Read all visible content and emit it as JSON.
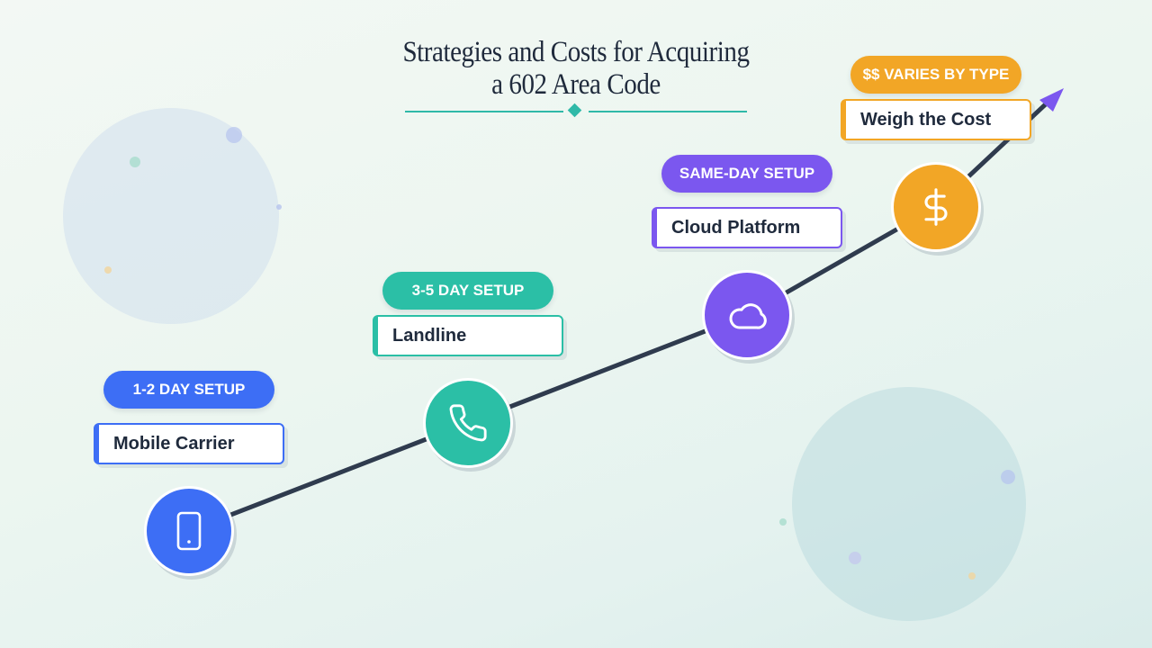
{
  "title": {
    "line1": "Strategies and Costs for Acquiring",
    "line2": "a 602 Area Code"
  },
  "colors": {
    "blue": "#3d6ef5",
    "teal": "#2bbfa6",
    "purple": "#7b57ef",
    "orange": "#f2a626",
    "line": "#2f3b4e",
    "arrow": "#7b57ef"
  },
  "steps": [
    {
      "setup": "1-2 DAY SETUP",
      "label": "Mobile Carrier",
      "icon": "phone-mobile-icon",
      "color": "#3d6ef5"
    },
    {
      "setup": "3-5 DAY SETUP",
      "label": "Landline",
      "icon": "telephone-icon",
      "color": "#2bbfa6"
    },
    {
      "setup": "SAME-DAY SETUP",
      "label": "Cloud Platform",
      "icon": "cloud-icon",
      "color": "#7b57ef"
    },
    {
      "setup": "$$ VARIES BY TYPE",
      "label": "Weigh the Cost",
      "icon": "dollar-icon",
      "color": "#f2a626"
    }
  ]
}
